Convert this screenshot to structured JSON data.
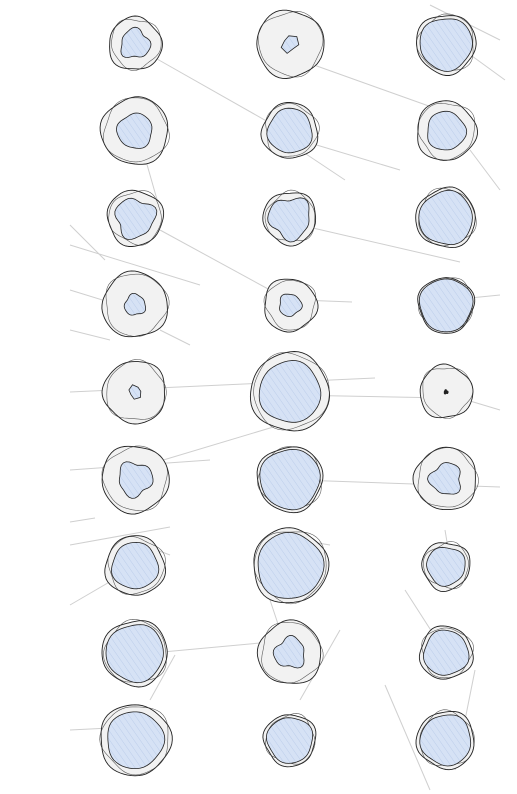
{
  "palette": {
    "background": "#ffffff",
    "ring_fill": "#f2f2f2",
    "core_fill": "#d6e2f5",
    "ink": "#222222",
    "connector": "#cfcfcf"
  },
  "grid": {
    "rows": 9,
    "columns": 3,
    "cells": [
      {
        "ring": 0.55,
        "core": 0.55,
        "shape": "blob"
      },
      {
        "ring": 0.7,
        "core": 0.3,
        "shape": "shard"
      },
      {
        "ring": 0.62,
        "core": 0.88,
        "shape": "round"
      },
      {
        "ring": 0.7,
        "core": 0.52,
        "shape": "round"
      },
      {
        "ring": 0.58,
        "core": 0.8,
        "shape": "round"
      },
      {
        "ring": 0.62,
        "core": 0.65,
        "shape": "round"
      },
      {
        "ring": 0.58,
        "core": 0.7,
        "shape": "blob"
      },
      {
        "ring": 0.55,
        "core": 0.78,
        "shape": "blob"
      },
      {
        "ring": 0.62,
        "core": 0.9,
        "shape": "round"
      },
      {
        "ring": 0.68,
        "core": 0.32,
        "shape": "round"
      },
      {
        "ring": 0.55,
        "core": 0.42,
        "shape": "round"
      },
      {
        "ring": 0.58,
        "core": 0.95,
        "shape": "round"
      },
      {
        "ring": 0.65,
        "core": 0.25,
        "shape": "shard"
      },
      {
        "ring": 0.82,
        "core": 0.78,
        "shape": "round"
      },
      {
        "ring": 0.55,
        "core": 0.06,
        "shape": "dot"
      },
      {
        "ring": 0.7,
        "core": 0.5,
        "shape": "blob"
      },
      {
        "ring": 0.68,
        "core": 0.92,
        "shape": "round"
      },
      {
        "ring": 0.65,
        "core": 0.5,
        "shape": "blob"
      },
      {
        "ring": 0.62,
        "core": 0.78,
        "shape": "round"
      },
      {
        "ring": 0.78,
        "core": 0.88,
        "shape": "round"
      },
      {
        "ring": 0.5,
        "core": 0.8,
        "shape": "round"
      },
      {
        "ring": 0.68,
        "core": 0.88,
        "shape": "round"
      },
      {
        "ring": 0.66,
        "core": 0.48,
        "shape": "blob"
      },
      {
        "ring": 0.55,
        "core": 0.85,
        "shape": "round"
      },
      {
        "ring": 0.74,
        "core": 0.8,
        "shape": "round"
      },
      {
        "ring": 0.54,
        "core": 0.88,
        "shape": "round"
      },
      {
        "ring": 0.6,
        "core": 0.88,
        "shape": "round"
      }
    ]
  }
}
